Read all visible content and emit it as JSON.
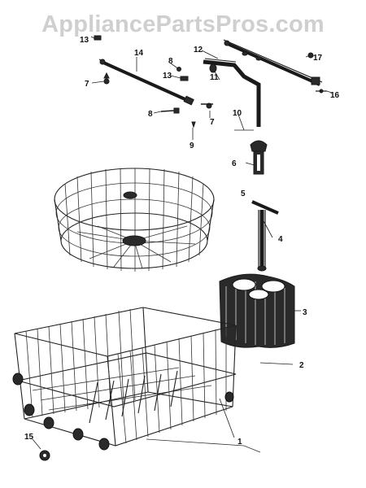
{
  "watermark": "AppliancePartsPros.com",
  "callouts": {
    "c1": "1",
    "c2": "2",
    "c3": "3",
    "c4": "4",
    "c5": "5",
    "c6": "6",
    "c7a": "7",
    "c7b": "7",
    "c8a": "8",
    "c8b": "8",
    "c9": "9",
    "c10": "10",
    "c11": "11",
    "c12": "12",
    "c13a": "13",
    "c13b": "13",
    "c14": "14",
    "c15": "15",
    "c16": "16",
    "c17": "17"
  }
}
